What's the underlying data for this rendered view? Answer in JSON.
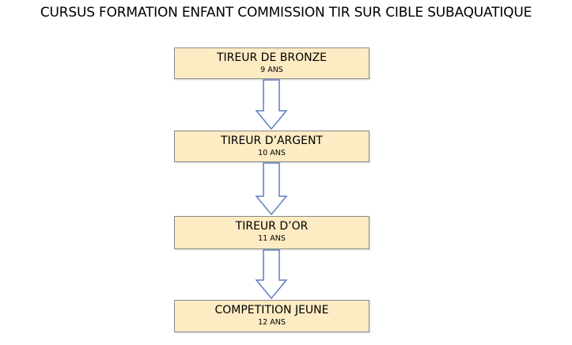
{
  "title": "CURSUS FORMATION ENFANT  COMMISSION TIR SUR CIBLE SUBAQUATIQUE",
  "colors": {
    "box_fill": "#fdebc3",
    "box_border": "#8a8a8a",
    "arrow_stroke": "#5b7fbf"
  },
  "steps": [
    {
      "label": "TIREUR DE BRONZE",
      "age": "9 ANS"
    },
    {
      "label": "TIREUR  D’ARGENT",
      "age": "10 ANS"
    },
    {
      "label": "TIREUR  D’OR",
      "age": "11 ANS"
    },
    {
      "label": "COMPETITION JEUNE",
      "age": "12 ANS"
    }
  ]
}
